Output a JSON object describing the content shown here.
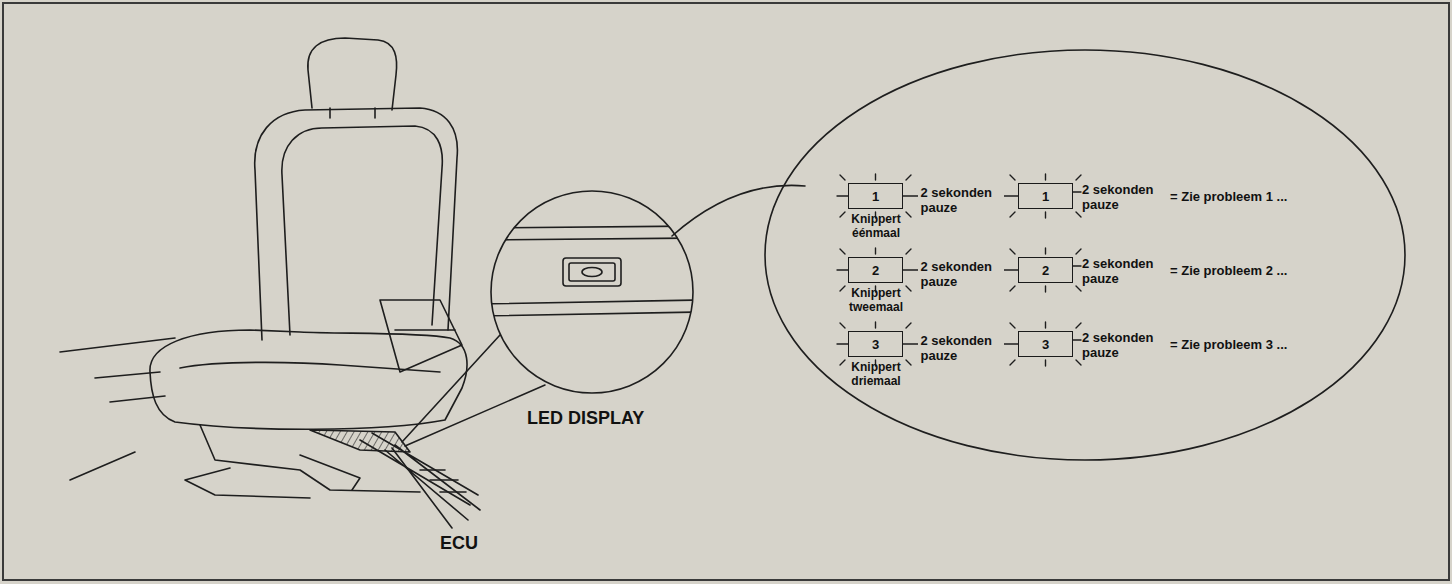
{
  "diagram": {
    "nodes": [
      {
        "text": [
          "1"
        ]
      },
      {
        "text": [
          "1"
        ]
      },
      {
        "text": [
          "2"
        ]
      },
      {
        "text": [
          "2"
        ]
      },
      {
        "text": [
          "3"
        ]
      },
      {
        "text": [
          "3"
        ]
      }
    ],
    "edges": [
      {
        "from": 0,
        "to": 1,
        "label": "2 sekonden pauze",
        "arrow": "none"
      },
      {
        "from": 2,
        "to": 3,
        "label": "2 sekonden pauze",
        "arrow": "none"
      },
      {
        "from": 4,
        "to": 5,
        "label": "2 sekonden pauze",
        "arrow": "none"
      }
    ],
    "labels": [
      "Knippert éénmaal",
      "2 sekonden pauze",
      "= Zie probleem 1 ...",
      "Knippert tweemaal",
      "2 sekonden pauze",
      "= Zie probleem 2 ...",
      "Knippert driemaal",
      "2 sekonden pauze",
      "= Zie probleem 3 ...",
      "LED DISPLAY",
      "ECU"
    ]
  }
}
